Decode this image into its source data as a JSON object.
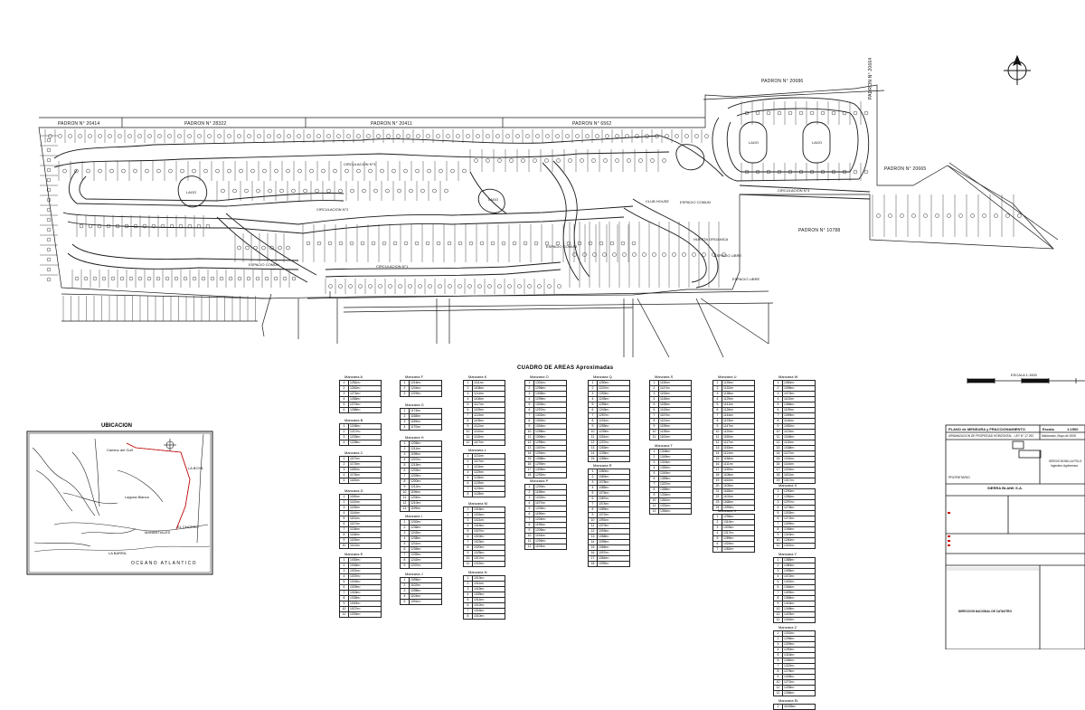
{
  "plan": {
    "padrones_top": [
      "PADRON N° 20414",
      "PADRON N° 28322",
      "PADRON N° 20411",
      "PADRON N° 6562",
      "PADRON N° 20686",
      "PADRON N° 20664"
    ],
    "padron_right": "PADRON N° 20665",
    "padron_bottom": "PADRON N° 10788",
    "lagos": [
      "LAGO",
      "LAGO",
      "LAGO",
      "LAGO"
    ],
    "club_house": "CLUB HOUSE",
    "espacio_comun": "ESPACIO COMUN",
    "huerta": "HUERTA ORGANICA",
    "espacio_libre": "ESPACIO LIBRE",
    "circulaciones": [
      "CIRCULACION N°3",
      "CIRCULACION N°2",
      "CIRCULACION N°1",
      "CIRCULACION N°4"
    ]
  },
  "areas": {
    "title": "CUADRO DE AREAS Aproximadas",
    "blocks": [
      {
        "name": "Manzana A",
        "rows": [
          "1281m²",
          "1262m²",
          "1274m²",
          "1265m²",
          "1270m²",
          "1268m²"
        ]
      },
      {
        "name": "Manzana B",
        "rows": [
          "1245m²",
          "1217m²",
          "1233m²",
          "1228m²"
        ]
      },
      {
        "name": "Manzana C",
        "rows": [
          "1197m²",
          "1173m²",
          "1180m²",
          "1176m²",
          "1182m²"
        ]
      },
      {
        "name": "Manzana D",
        "rows": [
          "1150m²",
          "1142m²",
          "1139m²",
          "1144m²",
          "1151m²",
          "1147m²",
          "1136m²",
          "1148m²",
          "1153m²",
          "1141m²"
        ]
      },
      {
        "name": "Manzana E",
        "rows": [
          "1030m²",
          "1046m²",
          "1021m²",
          "1037m²",
          "1043m²",
          "1029m²",
          "1018m²",
          "1035m²",
          "1040m²",
          "1027m²",
          "1033m²"
        ]
      },
      {
        "name": "Manzana F",
        "rows": [
          "1216m²",
          "1244m²",
          "1229m²"
        ]
      },
      {
        "name": "Manzana G",
        "rows": [
          "1174m²",
          "1168m²",
          "1159m²",
          "1170m²"
        ]
      },
      {
        "name": "Manzana H",
        "rows": [
          "1205m²",
          "1211m²",
          "1198m²",
          "1207m²",
          "1215m²",
          "1203m²",
          "1209m²",
          "1200m²",
          "1212m²",
          "1196m²",
          "1204m²",
          "1210m²",
          "1199m²"
        ]
      },
      {
        "name": "Manzana I",
        "rows": [
          "1240m²",
          "1236m²",
          "1243m²",
          "1238m²",
          "1241m²",
          "1235m²",
          "1239m²",
          "1242m²",
          "1237m²"
        ]
      },
      {
        "name": "Manzana J",
        "rows": [
          "1095m²",
          "1102m²",
          "1098m²",
          "1104m²",
          "1091m²"
        ]
      },
      {
        "name": "Manzana K",
        "rows": [
          "1111m²",
          "1108m²",
          "1114m²",
          "1106m²",
          "1117m²",
          "1109m²",
          "1113m²",
          "1105m²",
          "1112m²",
          "1110m²",
          "1115m²",
          "1107m²"
        ]
      },
      {
        "name": "Manzana L",
        "rows": [
          "1131m²",
          "1127m²",
          "1134m²",
          "1129m²",
          "1136m²",
          "1125m²",
          "1133m²",
          "1128m²"
        ]
      },
      {
        "name": "Manzana M",
        "rows": [
          "1018m²",
          "1024m²",
          "1021m²",
          "1016m²",
          "1027m²",
          "1019m²",
          "1023m²",
          "1020m²",
          "1025m²",
          "1017m²",
          "1022m²"
        ]
      },
      {
        "name": "Manzana N",
        "rows": [
          "1013m²",
          "1011m²",
          "1015m²",
          "1009m²",
          "1014m²",
          "1012m²",
          "1016m²",
          "1010m²"
        ]
      },
      {
        "name": "Manzana O",
        "rows": [
          "1301m²",
          "1296m²",
          "1305m²",
          "1299m²",
          "1303m²",
          "1297m²",
          "1302m²",
          "1300m²",
          "1304m²",
          "1298m²",
          "1306m²",
          "1295m²",
          "1307m²",
          "1294m²",
          "1308m²",
          "1293m²",
          "1309m²",
          "1292m²"
        ]
      },
      {
        "name": "Manzana P",
        "rows": [
          "1200m²",
          "1198m²",
          "1202m²",
          "1197m²",
          "1203m²",
          "1196m²",
          "1204m²",
          "1195m²",
          "1205m²",
          "1194m²",
          "1206m²",
          "1193m²"
        ]
      },
      {
        "name": "Manzana Q",
        "rows": [
          "1250m²",
          "1247m²",
          "1253m²",
          "1245m²",
          "1255m²",
          "1243m²",
          "1257m²",
          "1241m²",
          "1259m²",
          "1239m²",
          "1261m²",
          "1237m²",
          "1263m²",
          "1235m²",
          "1265m²"
        ]
      },
      {
        "name": "Manzana R",
        "rows": [
          "1080m²",
          "1083m²",
          "1078m²",
          "1085m²",
          "1076m²",
          "1087m²",
          "1074m²",
          "1089m²",
          "1072m²",
          "1091m²",
          "1070m²",
          "1093m²",
          "1068m²",
          "1095m²",
          "1066m²",
          "1097m²",
          "1064m²",
          "1099m²"
        ]
      },
      {
        "name": "Manzana S",
        "rows": [
          "1150m²",
          "1147m²",
          "1153m²",
          "1145m²",
          "1155m²",
          "1143m²",
          "1157m²",
          "1141m²",
          "1159m²",
          "1139m²",
          "1161m²"
        ]
      },
      {
        "name": "Manzana T",
        "rows": [
          "1346m²",
          "1349m²",
          "1343m²",
          "1352m²",
          "1340m²",
          "1355m²",
          "1337m²",
          "1358m²",
          "1334m²",
          "1361m²",
          "1331m²",
          "1364m²"
        ]
      },
      {
        "name": "Manzana U",
        "rows": [
          "1135m²",
          "1132m²",
          "1138m²",
          "1129m²",
          "1141m²",
          "1126m²",
          "1144m²",
          "1123m²",
          "1147m²",
          "1120m²",
          "1150m²",
          "1117m²",
          "1153m²",
          "1114m²",
          "1156m²",
          "1111m²",
          "1159m²",
          "1108m²",
          "1162m²",
          "1105m²",
          "1165m²",
          "1102m²",
          "1168m²",
          "1099m²"
        ]
      },
      {
        "name": "Manzana V",
        "rows": [
          "1296m²",
          "1310m²",
          "1303m²",
          "1317m²",
          "1289m²",
          "1324m²",
          "1282m²"
        ]
      },
      {
        "name": "Manzana W",
        "rows": [
          "1080m²",
          "1095m²",
          "1073m²",
          "1102m²",
          "1066m²",
          "1109m²",
          "1059m²",
          "1116m²",
          "1052m²",
          "1123m²",
          "1045m²",
          "1130m²",
          "1038m²",
          "1137m²",
          "1031m²",
          "1144m²",
          "1024m²",
          "1151m²",
          "1017m²"
        ]
      },
      {
        "name": "Manzana X",
        "rows": [
          "1290m²",
          "1284m²",
          "1297m²",
          "1278m²",
          "1303m²",
          "1272m²",
          "1309m²",
          "1266m²",
          "1315m²",
          "1260m²",
          "1321m²"
        ]
      },
      {
        "name": "Manzana Y",
        "rows": [
          "1388m²",
          "1380m²",
          "1395m²",
          "1372m²",
          "1402m²",
          "1364m²",
          "1409m²",
          "1356m²",
          "1416m²",
          "1348m²",
          "1423m²",
          "1340m²"
        ]
      },
      {
        "name": "Manzana Z",
        "rows": [
          "1302m²",
          "1296m²",
          "1309m²",
          "1290m²",
          "1315m²",
          "1284m²",
          "1322m²",
          "1278m²",
          "1328m²",
          "1272m²",
          "1335m²",
          "1266m²"
        ]
      },
      {
        "name": "Manzana EL",
        "rows": [
          "30335m²"
        ]
      }
    ]
  },
  "ubicacion": {
    "title": "UBICACION",
    "labels": [
      "Camino del Golf",
      "LA BOYA",
      "Laguna Blanca",
      "MANANTIALES",
      "EL CHORRO",
      "LA BARRA",
      "OCEANO ATLANTICO"
    ]
  },
  "titleblock": {
    "heading": "PLANO de MENSURA y FRACCIONAMIENTO",
    "escala_label": "Escala",
    "escala_value": "1:1500",
    "subheading": "URBANIZACION DE PROPIEDAD HORIZONTAL - LEY N° 17.292",
    "location": "Maldonado, Mayo de 2008",
    "owner": "SIERRA BLANK S.A.",
    "engineer": "SERGIO BONILLA POLO",
    "engineer_title": "Ingeniero Agrimensor",
    "firma_label": "PROPIETARIO",
    "direccion": "DIRECCION NACIONAL DE CATASTRO",
    "scale_bar_label": "ESCALA 1:1500"
  }
}
